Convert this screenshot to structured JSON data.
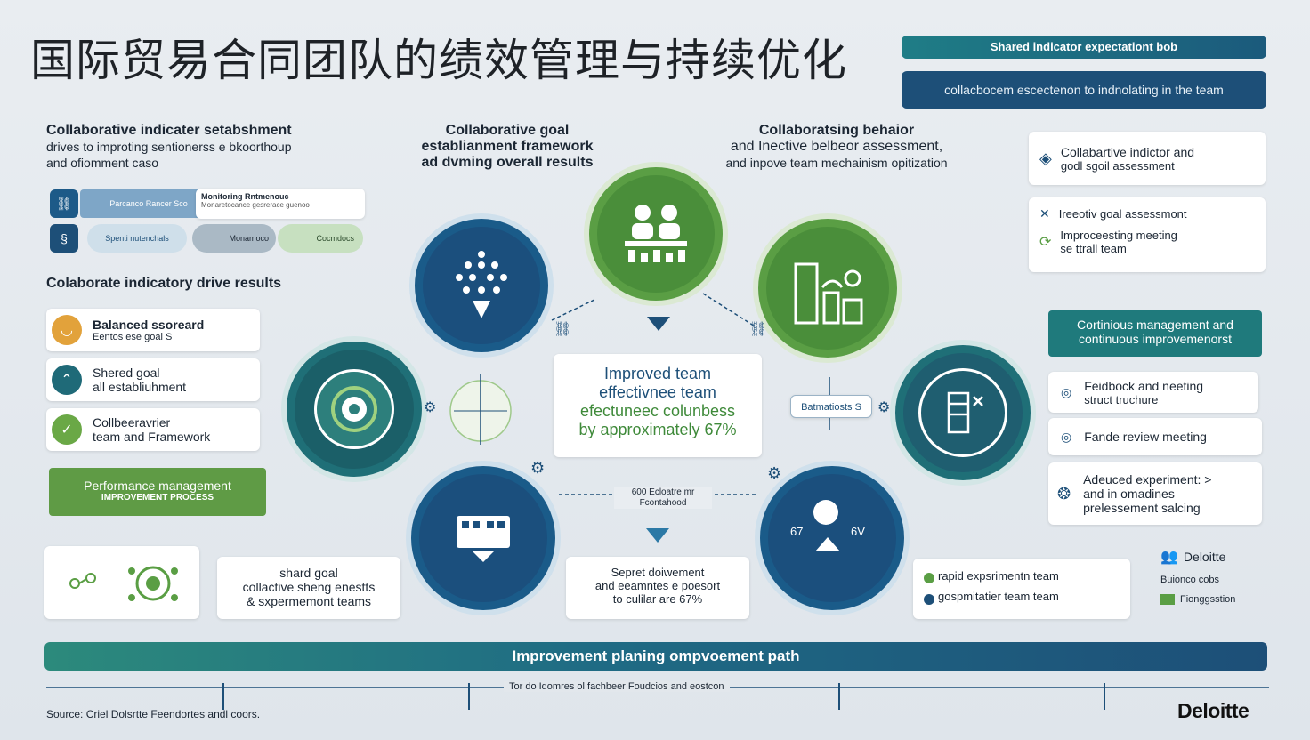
{
  "title": "国际贸易合同团队的绩效管理与持续优化",
  "top_right": {
    "pill_label": "Sharеd indicator expectationt bob",
    "banner_label": "collacbocem escectenon to indnolating in the team"
  },
  "left_header": {
    "line1": "Collaborative indicater setabshment",
    "line2": "drives to improting sentionerss e bkoorthoup",
    "line3": "and ofiomment caso"
  },
  "left_tabs": {
    "row1_a": "Parcanco Rancer Sco",
    "row1_b": "Monitoring Rntmenouc",
    "row1_b_sub": "Monaretocance gesrerace guenoo",
    "row2_a": "Spenti nutenchals",
    "row2_b": "Monamoco",
    "row2_c": "Cocmdocs"
  },
  "left_results_title": "Colaborate indicatory drive results",
  "left_items": [
    {
      "line1": "Balanced ssoreard",
      "line2": "Eentos ese goal S"
    },
    {
      "line1": "Shered goal",
      "line2": "all establiuhment"
    },
    {
      "line1": "Collbeeravrier",
      "line2": "team and Framework"
    }
  ],
  "left_green_box": {
    "line1": "Performance management",
    "line2": "IMPROVEMENT PROCESS"
  },
  "bottom_left_card": {
    "line1": "shard goal",
    "line2": "collactive sheng enestts",
    "line3": "& sxpermemont teams"
  },
  "center_top": {
    "line1": "Collaborative goal",
    "line2": "establianment framework",
    "line3": "ad dvming overall results"
  },
  "right_top_header": {
    "line1": "Collaboratsing behaior",
    "line2": "and Inective belbeor assessment,",
    "line3": "and inpove team mechainism opitization"
  },
  "center_box": {
    "line1": "Improved team",
    "line2": "effectivnee team",
    "line3": "efectuneec colunbess",
    "line4": "by approximately 67%"
  },
  "bottom_center_card": {
    "line1": "Sepret doiwement",
    "line2": "and eeamntes e poesort",
    "line3": "to culilar are 67%"
  },
  "center_mid_label": {
    "line1": "600 Ecloatre mr",
    "line2": "Fcontahood"
  },
  "right_mid_chip": "Batmatiosts S",
  "circle_right_bottom": {
    "left": "67",
    "right": "6V"
  },
  "right_cards": {
    "card1": {
      "line1": "Collabartive indictor and",
      "line2": "godl sgoil assessment"
    },
    "card2_row1": "Ireeotiv goal assessmont",
    "card2_row2a": "Improceesting meeting",
    "card2_row2b": "se ttrall team"
  },
  "right_teal_box": {
    "line1": "Cortinious management and",
    "line2": "continuous improvemenorst"
  },
  "right_items": [
    {
      "line1": "Feidbock and neeting",
      "line2": "struct truchure"
    },
    {
      "line1": "Fande review meeting",
      "line2": ""
    },
    {
      "line1": "Adeuced experiment: >",
      "line2": "and in omadines",
      "line3": "prelessement salcing"
    }
  ],
  "bottom_right_card": {
    "line1": "rapid expsrimentn team",
    "line2": "gospmitatier team team"
  },
  "legend_right": {
    "brand": "Deloitte",
    "item1": "Buionco cobs",
    "item2": "Fionggsstion"
  },
  "improvement_bar": "Improvement planing ompvoement path",
  "axis_label": "Tor do Idomres ol fachbeer Foudcios and eostcon",
  "footer_source": "Source: Criel Dolsrtte Feendortes andl coors.",
  "logo": "Deloitte",
  "colors": {
    "navy": "#1d4f78",
    "green": "#5a9e44",
    "teal": "#1f7d86"
  }
}
